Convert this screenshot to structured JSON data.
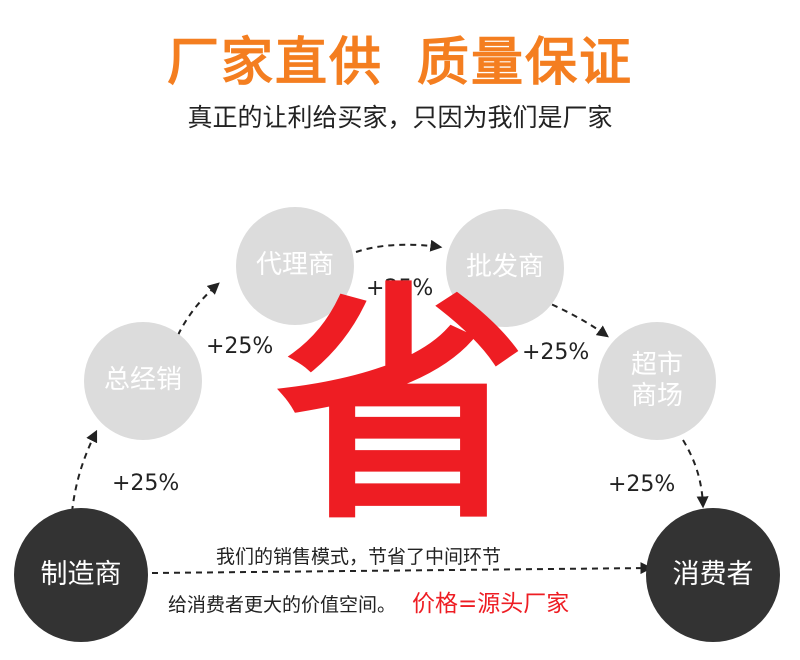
{
  "header": {
    "title_left": "厂家直供",
    "title_right": "质量保证",
    "subtitle": "真正的让利给买家，只因为我们是厂家"
  },
  "nodes": {
    "manufacturer": "制造商",
    "distributor": "总经销",
    "agent": "代理商",
    "wholesaler": "批发商",
    "supermarket": "超市商场",
    "consumer": "消费者"
  },
  "markups": {
    "m1": "+25%",
    "m2": "+25%",
    "m3": "+25%",
    "m4": "+25%",
    "m5": "+25%"
  },
  "center_text": "省",
  "bottom": {
    "line1": "我们的销售模式，节省了中间环节",
    "line2": "给消费者更大的价值空间。",
    "highlight": "价格=源头厂家"
  },
  "colors": {
    "title": "#f47e20",
    "accent_red": "#ee1d23",
    "light_circle": "#dcdcdc",
    "dark_circle": "#333333"
  }
}
